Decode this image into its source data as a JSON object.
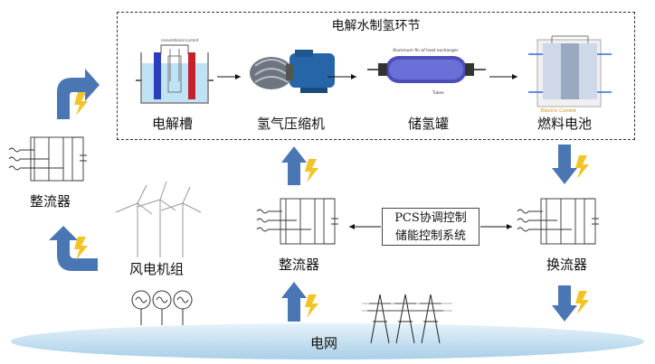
{
  "diagram": {
    "cycle_title": "电解水制氢环节",
    "components": {
      "electrolyzer": "电解槽",
      "compressor": "氢气压缩机",
      "storage_tank": "储氢罐",
      "fuel_cell": "燃料电池"
    },
    "rectifier_left": "整流器",
    "rectifier_center": "整流器",
    "inverter": "换流器",
    "wind_turbines": "风电机组",
    "grid": "电网",
    "pcs_box": {
      "line1": "PCS协调控制",
      "line2": "储能控制系统"
    }
  },
  "colors": {
    "arrow_blue": "#4a77b4",
    "lightning_yellow": "#f3c425",
    "ground_blue": "#bcd9ee"
  }
}
